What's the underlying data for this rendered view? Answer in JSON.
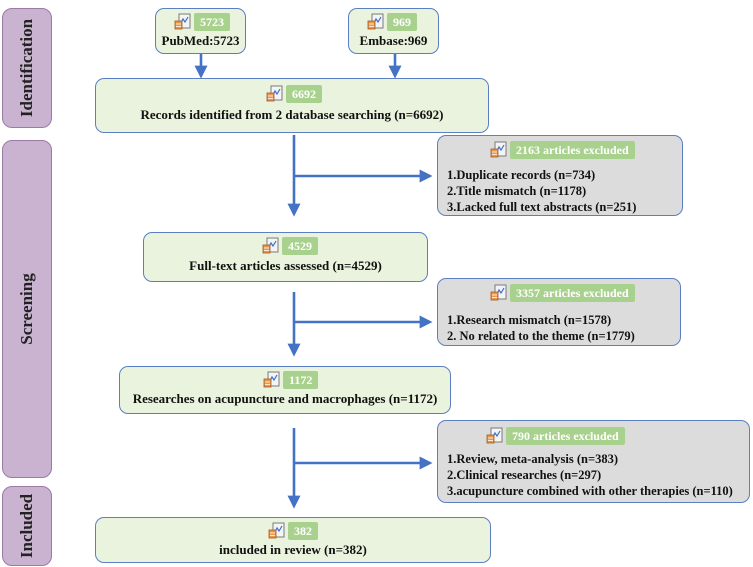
{
  "phases": {
    "identification": "Identification",
    "screening": "Screening",
    "included": "Included"
  },
  "sources": {
    "pubmed": {
      "badge": "5723",
      "label": "PubMed:5723"
    },
    "embase": {
      "badge": "969",
      "label": "Embase:969"
    }
  },
  "records": {
    "badge": "6692",
    "label": "Records identified from 2 database searching (n=6692)"
  },
  "fulltext": {
    "badge": "4529",
    "label": "Full-text articles assessed (n=4529)"
  },
  "researches": {
    "badge": "1172",
    "label": "Researches on acupuncture and macrophages (n=1172)"
  },
  "included": {
    "badge": "382",
    "label": "included in review (n=382)"
  },
  "exclusions": {
    "first": {
      "badge": "2163 articles  excluded",
      "items": [
        "1.Duplicate records (n=734)",
        "2.Title mismatch (n=1178)",
        "3.Lacked full text abstracts (n=251)"
      ]
    },
    "second": {
      "badge": "3357 articles  excluded",
      "items": [
        "1.Research mismatch (n=1578)",
        "2. No related to the theme (n=1779)"
      ]
    },
    "third": {
      "badge": "790 articles  excluded",
      "items": [
        "1.Review, meta-analysis (n=383)",
        "2.Clinical researches (n=297)",
        "3.acupuncture combined with other therapies (n=110)"
      ]
    }
  },
  "colors": {
    "arrow": "#4472c4",
    "phase_fill": "#c9b3d0",
    "box_fill": "#eaf3dd",
    "exclusion_fill": "#dcdcdc",
    "badge": "#a9d18e"
  },
  "icons": {
    "badge_icon": "document-chart-icon"
  }
}
